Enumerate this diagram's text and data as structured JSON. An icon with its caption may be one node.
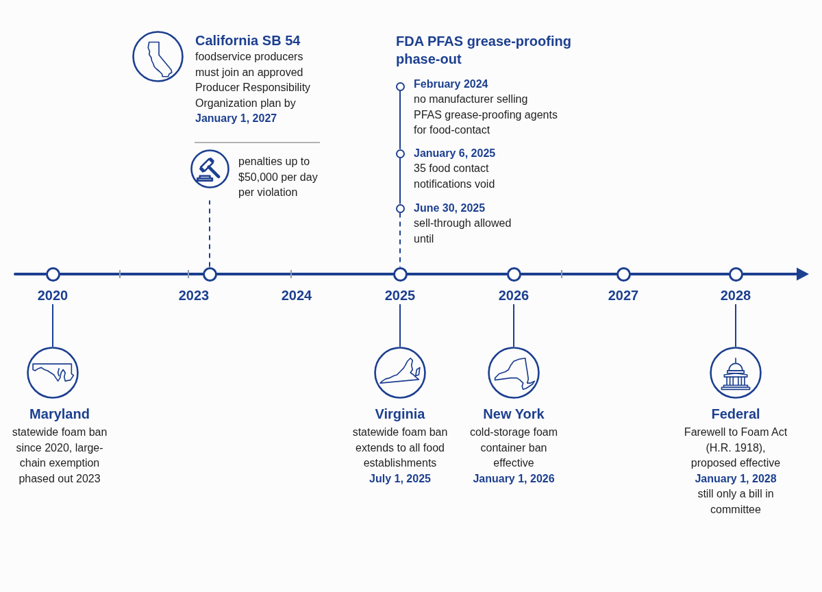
{
  "diagram": {
    "nodes": [
      {
        "text": [
          "California SB 54",
          "foodservice producers must join an approved Producer Responsibility Organization plan by **January 1, 2027**"
        ]
      },
      {
        "text": [
          "penalties up to $50,000 per day per violation"
        ]
      },
      {
        "text": [
          "FDA PFAS grease-proofing phase-out"
        ]
      },
      {
        "text": [],
        "shape": "circle"
      },
      {
        "text": [
          "February 2024",
          "no manufacturer selling PFAS grease-proofing agents for food-contact"
        ]
      },
      {
        "text": [],
        "shape": "circle"
      },
      {
        "text": [
          "January 6, 2025",
          "35 food contact notifications void"
        ]
      },
      {
        "text": [],
        "shape": "circle"
      },
      {
        "text": [
          "June 30, 2025",
          "sell-through allowed until"
        ]
      },
      {
        "text": [],
        "shape": "circle"
      },
      {
        "text": [],
        "shape": "circle"
      },
      {
        "text": [],
        "shape": "circle"
      },
      {
        "text": [],
        "shape": "circle"
      },
      {
        "text": [],
        "shape": "circle",
        "beside": [
          "2027"
        ]
      },
      {
        "text": [],
        "shape": "circle"
      },
      {
        "text": [
          "2020"
        ]
      },
      {
        "text": [
          "2025"
        ]
      },
      {
        "text": [
          "2026"
        ]
      },
      {
        "text": [
          "2028"
        ]
      },
      {
        "text": [
          "Maryland",
          "statewide foam ban since 2020, large-chain exemption phased out 2023"
        ]
      },
      {
        "text": [
          "Virginia",
          "statewide foam ban extends to all food establishments **July 1, 2025**"
        ]
      },
      {
        "text": [
          "New York",
          "cold-storage foam container ban effective **January 1, 2026**"
        ]
      },
      {
        "text": [
          "Federal",
          "Farewell to Foam Act (H.R. 1918), proposed effective **January 1, 2028** still only a bill in committee"
        ]
      }
    ],
    "edges": [
      {
        "from": 10,
        "to": 1,
        "arrow": "none",
        "style": "dashed"
      },
      {
        "from": 3,
        "to": 5,
        "arrow": "none"
      },
      {
        "from": 5,
        "to": 7,
        "arrow": "none"
      },
      {
        "from": 7,
        "to": 11,
        "arrow": "none",
        "style": "dashed"
      },
      {
        "from": 15,
        "to": 19,
        "arrow": "none"
      },
      {
        "from": 16,
        "to": 20,
        "arrow": "none"
      },
      {
        "from": 17,
        "to": 21,
        "arrow": "none"
      },
      {
        "from": 18,
        "to": 22,
        "arrow": "none"
      }
    ],
    "labels": [
      "2023",
      "2024"
    ]
  }
}
